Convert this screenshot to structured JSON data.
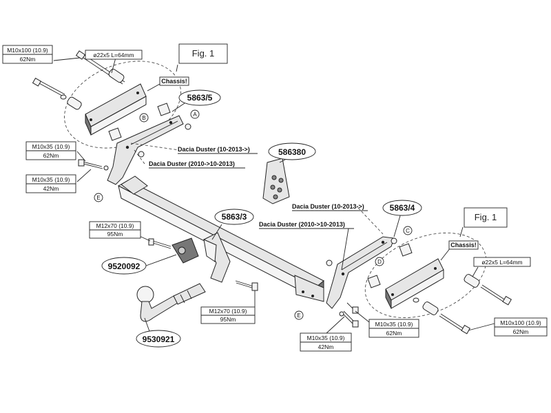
{
  "labels": {
    "bolt_tl_spec": "M10x100 (10.9)",
    "bolt_tl_torque": "62Nm",
    "spacer_tl": "ø22x5 L=64mm",
    "fig_tl": "Fig. 1",
    "chassis_tl": "Chassis!",
    "part_5863_5": "5863/5",
    "bolt_ml1_spec": "M10x35 (10.9)",
    "bolt_ml1_torque": "62Nm",
    "bolt_ml2_spec": "M10x35 (10.9)",
    "bolt_ml2_torque": "42Nm",
    "duster_a_1": "Dacia Duster  (10-2013->)",
    "duster_b_1": "Dacia Duster  (2010->10-2013)",
    "part_586380": "586380",
    "duster_a_2": "Dacia Duster (10-2013->)",
    "duster_b_2": "Dacia Duster  (2010->10-2013)",
    "part_5863_4": "5863/4",
    "part_5863_3": "5863/3",
    "bolt_m12_1_spec": "M12x70 (10.9)",
    "bolt_m12_1_torque": "95Nm",
    "part_9520092": "9520092",
    "bolt_m12_2_spec": "M12x70 (10.9)",
    "bolt_m12_2_torque": "95Nm",
    "part_9530921": "9530921",
    "fig_tr": "Fig. 1",
    "chassis_tr": "Chassis!",
    "spacer_tr": "ø22x5 L=64mm",
    "bolt_br1_spec": "M10x35 (10.9)",
    "bolt_br1_torque": "62Nm",
    "bolt_br2_spec": "M10x100 (10.9)",
    "bolt_br2_torque": "62Nm",
    "bolt_bm_spec": "M10x35 (10.9)",
    "bolt_bm_torque": "42Nm",
    "circle_a": "A",
    "circle_b": "B",
    "circle_c": "C",
    "circle_d": "D",
    "circle_e1": "E",
    "circle_e2": "E",
    "circle_e3": "E"
  }
}
